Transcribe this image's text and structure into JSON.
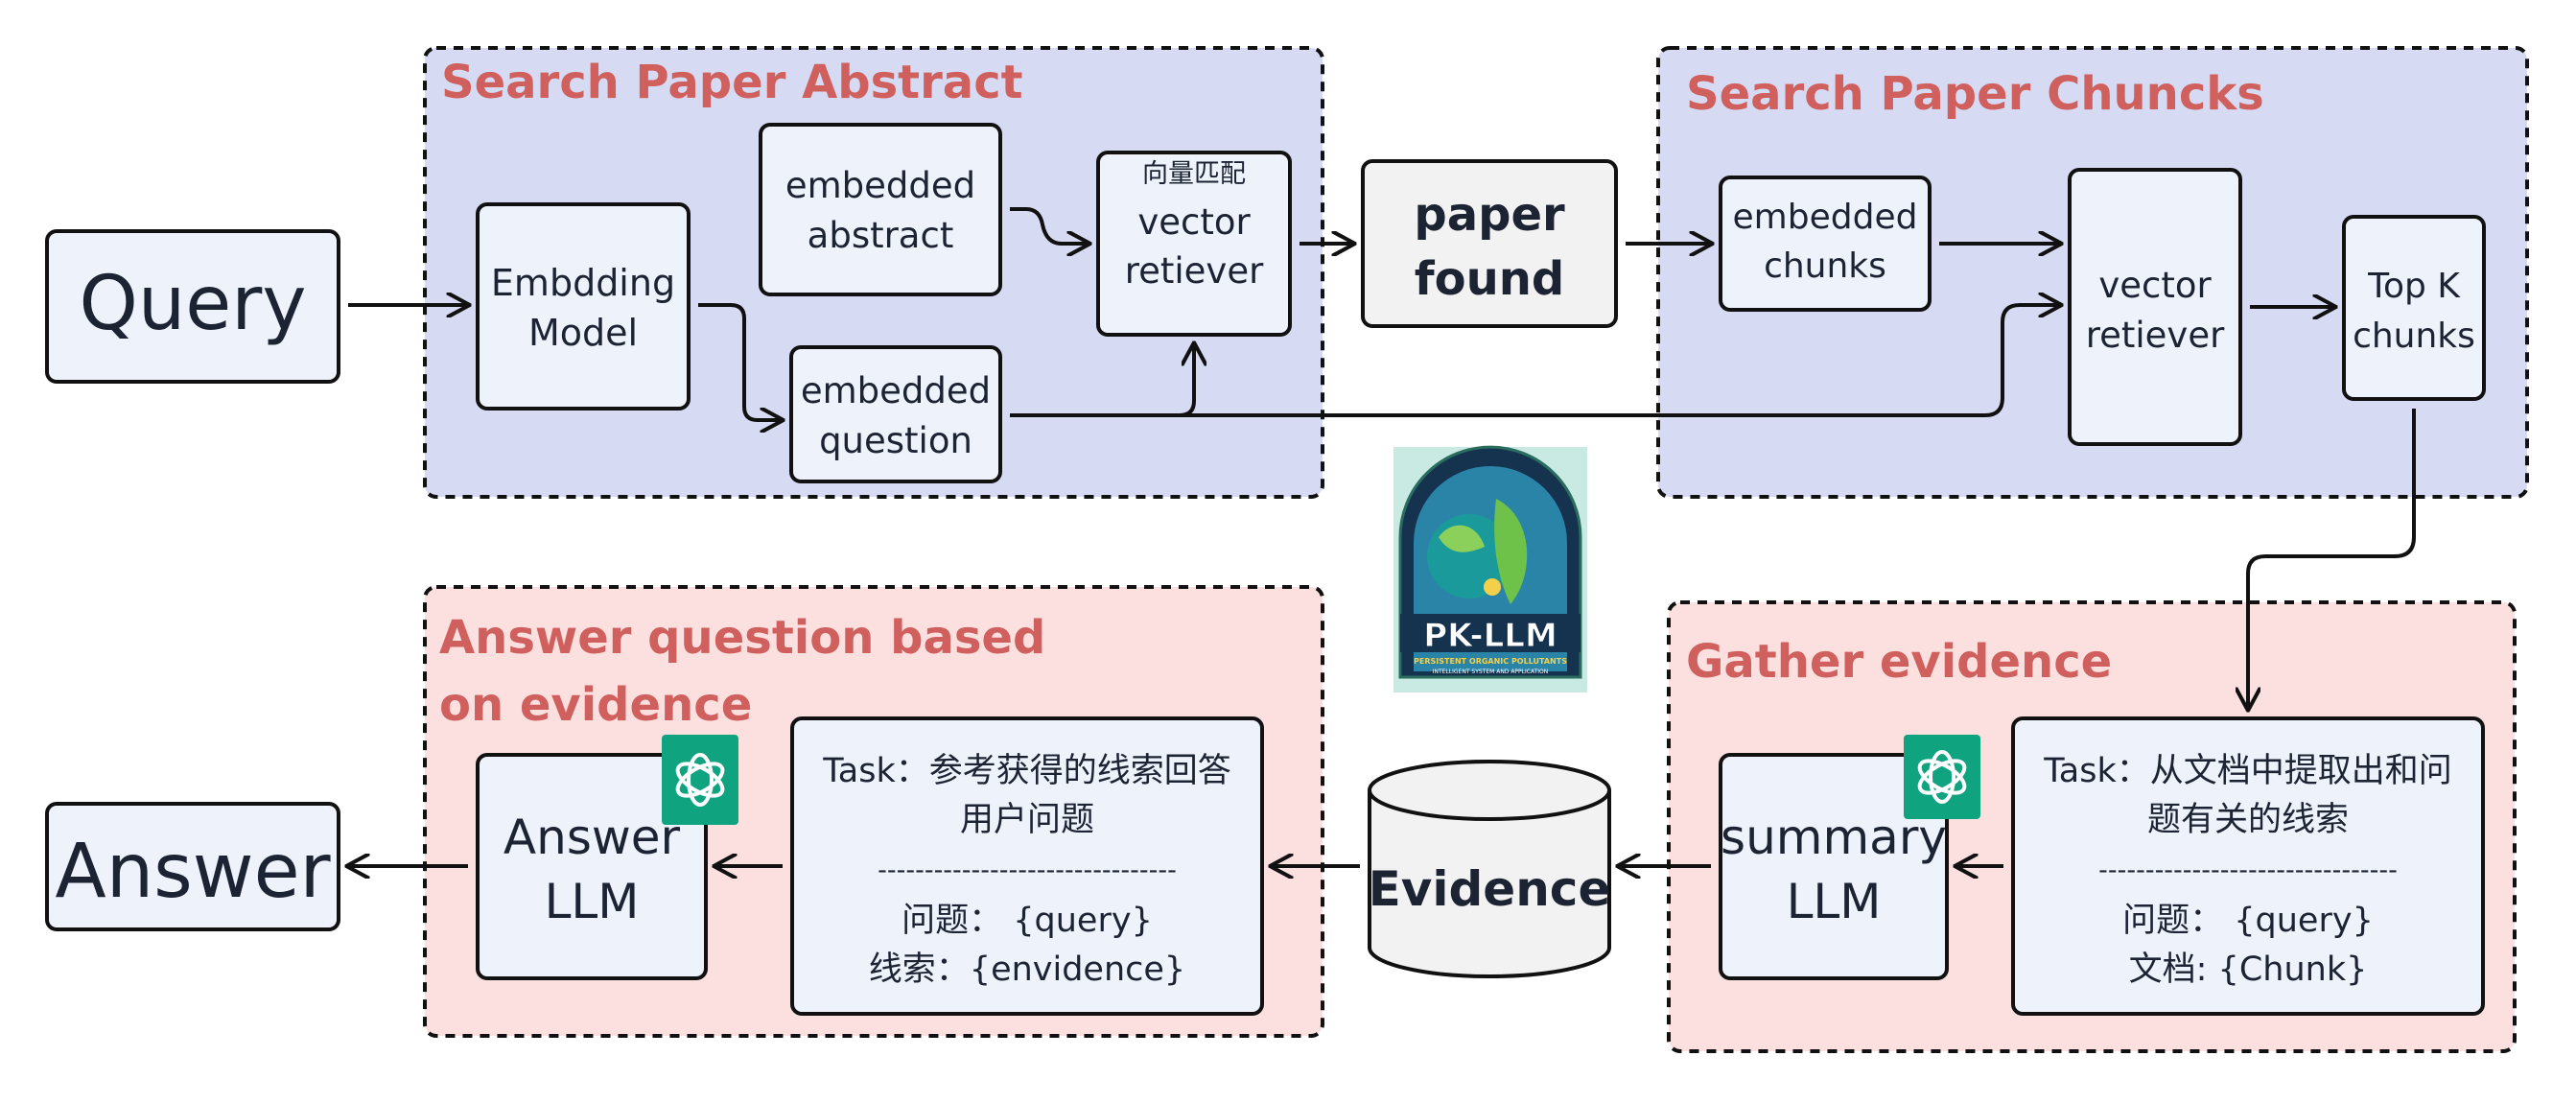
{
  "regions": {
    "search_abstract": "Search Paper Abstract",
    "search_chunks": "Search Paper Chuncks",
    "answer_title_line1": "Answer question based",
    "answer_title_line2": "on evidence",
    "gather": "Gather evidence"
  },
  "nodes": {
    "query": "Query",
    "embedding_model": [
      "Embdding",
      "Model"
    ],
    "embedded_abstract": [
      "embedded",
      "abstract"
    ],
    "embedded_question": [
      "embedded",
      "question"
    ],
    "vector_retriever_1": {
      "cn": "向量匹配",
      "lines": [
        "vector",
        "retiever"
      ]
    },
    "paper_found": [
      "paper",
      "found"
    ],
    "embedded_chunks": [
      "embedded",
      "chunks"
    ],
    "vector_retriever_2": [
      "vector",
      "retiever"
    ],
    "top_k": [
      "Top K",
      "chunks"
    ],
    "summary_llm": [
      "summary",
      "LLM"
    ],
    "answer_llm": [
      "Answer",
      "LLM"
    ],
    "evidence": "Evidence",
    "answer": "Answer"
  },
  "prompts": {
    "gather": {
      "task1": "Task：从文档中提取出和问",
      "task2": "题有关的线索",
      "divider": "--------------------------------",
      "q": "问题： {query}",
      "doc": "文档: {Chunk}"
    },
    "answer": {
      "task1": "Task：参考获得的线索回答",
      "task2": "用户问题",
      "divider": "--------------------------------",
      "q": "问题： {query}",
      "clue": "线索：{envidence}"
    }
  },
  "logo": {
    "name": "PK-LLM",
    "subtitle": "PERSISTENT ORGANIC POLLUTANTS",
    "subtitle2": "INTELLIGENT SYSTEM AND APPLICATION"
  },
  "colors": {
    "search_region": "#d6dbf3",
    "answer_region": "#fce0e0",
    "node_fill": "#eef2fb",
    "title_red": "#d0605e",
    "openai_green": "#10a37f"
  }
}
